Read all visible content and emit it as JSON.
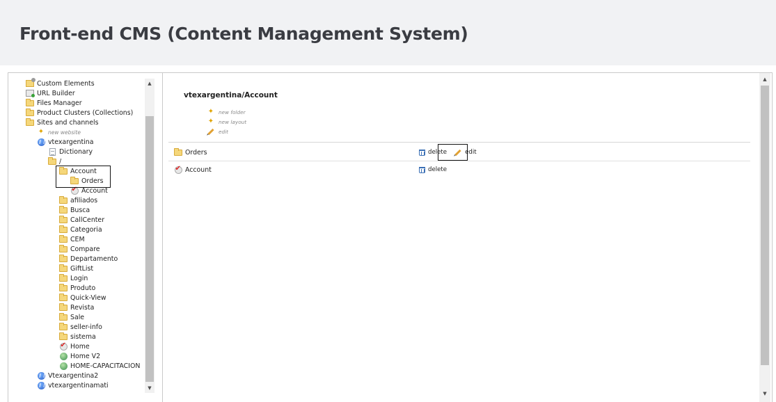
{
  "page": {
    "title": "Front-end CMS (Content Management System)"
  },
  "tree": {
    "items": [
      {
        "label": "Custom Elements",
        "icon": "custom-elements-icon"
      },
      {
        "label": "URL Builder",
        "icon": "url-builder-icon"
      },
      {
        "label": "Files Manager",
        "icon": "folder-icon"
      },
      {
        "label": "Product Clusters (Collections)",
        "icon": "folder-icon"
      },
      {
        "label": "Sites and channels",
        "icon": "folder-open-icon"
      },
      {
        "label": "new website",
        "icon": "new-star-icon"
      },
      {
        "label": "vtexargentina",
        "icon": "site-globe-icon"
      },
      {
        "label": "Dictionary",
        "icon": "document-icon"
      },
      {
        "label": "/",
        "icon": "folder-open-icon"
      },
      {
        "label": "Account",
        "icon": "folder-open-icon"
      },
      {
        "label": "Orders",
        "icon": "folder-icon"
      },
      {
        "label": "Account",
        "icon": "page-check-icon"
      },
      {
        "label": "afiliados",
        "icon": "folder-icon"
      },
      {
        "label": "Busca",
        "icon": "folder-icon"
      },
      {
        "label": "CallCenter",
        "icon": "folder-icon"
      },
      {
        "label": "Categoria",
        "icon": "folder-icon"
      },
      {
        "label": "CEM",
        "icon": "folder-icon"
      },
      {
        "label": "Compare",
        "icon": "folder-icon"
      },
      {
        "label": "Departamento",
        "icon": "folder-icon"
      },
      {
        "label": "GiftList",
        "icon": "folder-icon"
      },
      {
        "label": "Login",
        "icon": "folder-icon"
      },
      {
        "label": "Produto",
        "icon": "folder-icon"
      },
      {
        "label": "Quick-View",
        "icon": "folder-icon"
      },
      {
        "label": "Revista",
        "icon": "folder-icon"
      },
      {
        "label": "Sale",
        "icon": "folder-icon"
      },
      {
        "label": "seller-info",
        "icon": "folder-icon"
      },
      {
        "label": "sistema",
        "icon": "folder-icon"
      },
      {
        "label": "Home",
        "icon": "page-check-icon"
      },
      {
        "label": "Home V2",
        "icon": "page-globe-icon"
      },
      {
        "label": "HOME-CAPACITACION",
        "icon": "page-globe-icon"
      },
      {
        "label": "Vtexargentina2",
        "icon": "site-globe-icon"
      },
      {
        "label": "vtexargentinamati",
        "icon": "site-globe-icon"
      }
    ]
  },
  "content": {
    "path": "vtexargentina/Account",
    "actions": [
      {
        "label": "new folder",
        "icon": "new-folder-icon"
      },
      {
        "label": "new layout",
        "icon": "new-layout-icon"
      },
      {
        "label": "edit",
        "icon": "pencil-icon"
      }
    ],
    "rows": [
      {
        "name": "Orders",
        "icon": "folder-icon",
        "delete": "delete",
        "edit": "edit"
      },
      {
        "name": "Account",
        "icon": "page-check-icon",
        "delete": "delete"
      }
    ]
  },
  "colors": {
    "header_bg": "#f1f2f4",
    "title_text": "#3a3c42",
    "folder": "#f5d77b",
    "link_blue": "#3a6fb5"
  }
}
